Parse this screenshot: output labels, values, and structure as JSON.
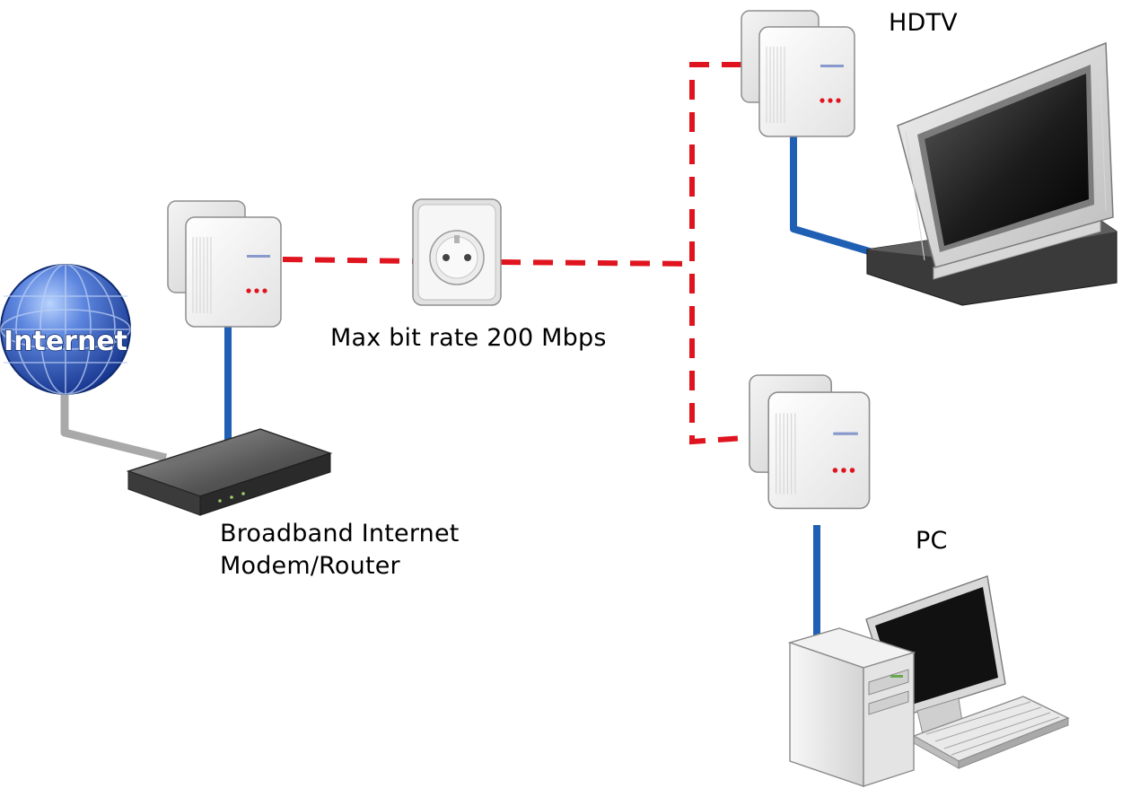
{
  "internet_label": "Internet",
  "labels": {
    "max_bit_rate": "Max bit rate 200 Mbps",
    "router_line1": "Broadband Internet",
    "router_line2": "Modem/Router",
    "hdtv": "HDTV",
    "pc": "PC"
  },
  "colors": {
    "powerline": "#e0141e",
    "ethernet": "#1f5fb4",
    "internet_cable": "#a9a9a9",
    "globe": "#2b57b8"
  },
  "icons": [
    "globe-icon",
    "router-icon",
    "powerline-adapter-icon",
    "wall-socket-icon",
    "hdtv-icon",
    "pc-tower-icon",
    "monitor-icon",
    "keyboard-icon"
  ]
}
